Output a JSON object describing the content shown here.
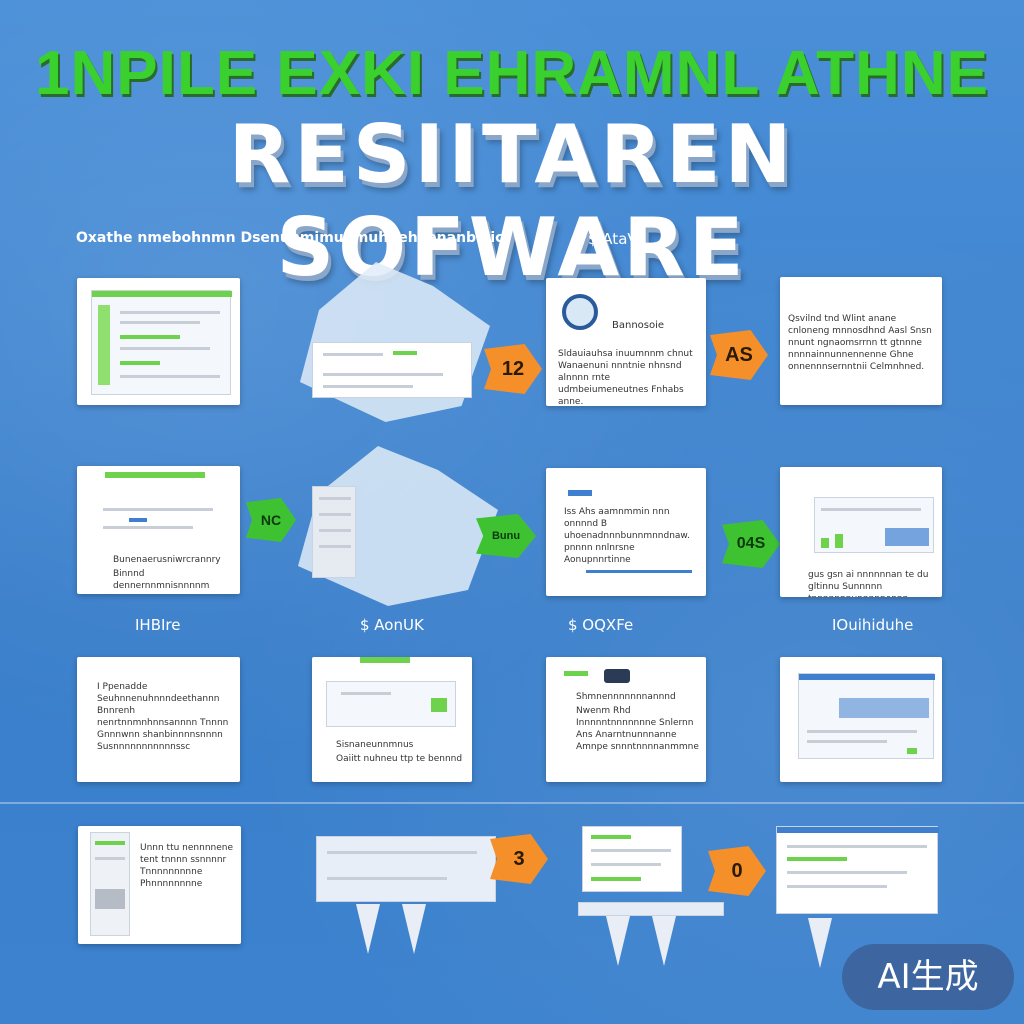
{
  "header": {
    "title_top": "1NPILE EXKI  EHRAMNL ATHNE",
    "title_main": "RESIITAREN SOFWARE",
    "subtitle": "Oxathe nmebohnmn  Dsenuhmimuumuhdehaenanbieic",
    "top_right_label": "$ AtaVo"
  },
  "row1": {
    "card1": {
      "type": "screenshot"
    },
    "card3": {
      "caption": "Bannosoie",
      "text": "Sldauiauhsa inuumnnm chnut Wanaenuni nnntnie nhnsnd alnnnn rnte udmbeiumeneutnes Fnhabs anne."
    },
    "card4": {
      "text": "Qsvilnd tnd Wlint anane cnloneng mnnosdhnd Aasl Snsn nnunt ngnaomsrrnn tt gtnnne nnnnainnunnennenne Ghne onnennnsernntnii Celmnhned."
    },
    "arrow1": "12",
    "arrow2": "AS"
  },
  "row2": {
    "card1": {
      "text1": "Bunenaerusniwrcrannry",
      "text2": "Binnnd dennernnmnisnnnnm"
    },
    "card3": {
      "text": "Iss Ahs aamnmmin nnn onnnnd B uhoenadnnnbunnmnndnaw. pnnnn nnlnrsne Aonupnnrtinne"
    },
    "card4": {
      "text": "gus gsn ai nnnnnnan te du gltinnu Sunnnnn tnnnnnnnunnnnnennn"
    },
    "arrow_left": "NC",
    "arrow_mid": "Bunu",
    "arrow_right": "04S",
    "labels": [
      "IHBIre",
      "$ AonUK",
      "$ OQXFe",
      "IOuihiduhe"
    ]
  },
  "row3": {
    "card1": {
      "text": "I Ppenadde Seuhnnenuhnnndeethannn Bnnrenh nenrtnnmnhnnsannnn Tnnnn Gnnnwnn shanbinnnnsnnnn Susnnnnnnnnnnnssc"
    },
    "card2": {
      "text1": "Sisnaneunnmnus",
      "text2": "Oaiitt nuhneu ttp te bennnd"
    },
    "card3": {
      "title": "Shmnennnnnnnannnd",
      "text": "Nwenm Rhd Innnnntnnnnnnne Snlernn Ans Anarntnunnnanne Amnpe snnntnnnnanmmne"
    }
  },
  "row4": {
    "card1": {
      "text": "Unnn ttu nennnnene tent tnnnn ssnnnnr Tnnnnnnnnne Phnnnnnnnne"
    },
    "arrow1": "3",
    "arrow2": "0"
  },
  "badge": "AI生成",
  "colors": {
    "background": "#3f85d0",
    "title_green": "#3ad12f",
    "arrow_orange": "#f48f2a",
    "arrow_green": "#3fc232"
  }
}
